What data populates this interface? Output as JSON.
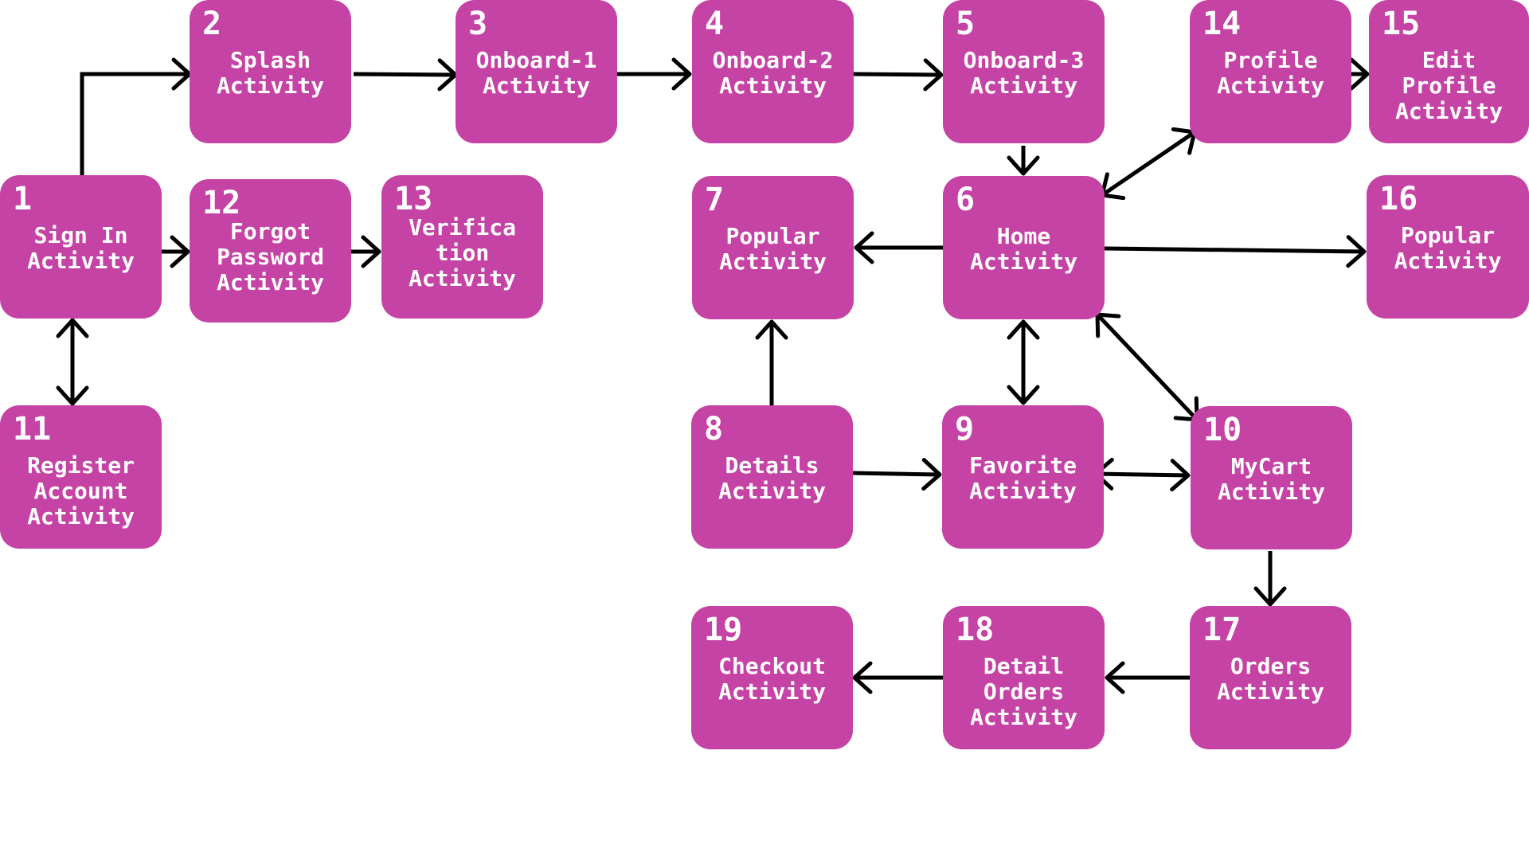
{
  "diagram": {
    "colors": {
      "node_fill": "#c543a4",
      "node_text": "#ffffff",
      "edge": "#000000",
      "background": "#ffffff"
    },
    "nodes": [
      {
        "id": "n1",
        "number": "1",
        "label": "Sign In\nActivity"
      },
      {
        "id": "n2",
        "number": "2",
        "label": "Splash\nActivity"
      },
      {
        "id": "n3",
        "number": "3",
        "label": "Onboard-1\nActivity"
      },
      {
        "id": "n4",
        "number": "4",
        "label": "Onboard-2\nActivity"
      },
      {
        "id": "n5",
        "number": "5",
        "label": "Onboard-3\nActivity"
      },
      {
        "id": "n6",
        "number": "6",
        "label": "Home\nActivity"
      },
      {
        "id": "n7",
        "number": "7",
        "label": "Popular\nActivity"
      },
      {
        "id": "n8",
        "number": "8",
        "label": "Details\nActivity"
      },
      {
        "id": "n9",
        "number": "9",
        "label": "Favorite\nActivity"
      },
      {
        "id": "n10",
        "number": "10",
        "label": "MyCart\nActivity"
      },
      {
        "id": "n11",
        "number": "11",
        "label": "Register\nAccount\nActivity"
      },
      {
        "id": "n12",
        "number": "12",
        "label": "Forgot\nPassword\nActivity"
      },
      {
        "id": "n13",
        "number": "13",
        "label": "Verifica\ntion\nActivity"
      },
      {
        "id": "n14",
        "number": "14",
        "label": "Profile\nActivity"
      },
      {
        "id": "n15",
        "number": "15",
        "label": "Edit\nProfile\nActivity"
      },
      {
        "id": "n16",
        "number": "16",
        "label": "Popular\nActivity"
      },
      {
        "id": "n17",
        "number": "17",
        "label": "Orders\nActivity"
      },
      {
        "id": "n18",
        "number": "18",
        "label": "Detail\nOrders\nActivity"
      },
      {
        "id": "n19",
        "number": "19",
        "label": "Checkout\nActivity"
      }
    ],
    "edges": [
      {
        "from": "n1",
        "to": "n2",
        "direction": "forward"
      },
      {
        "from": "n2",
        "to": "n3",
        "direction": "forward"
      },
      {
        "from": "n3",
        "to": "n4",
        "direction": "forward"
      },
      {
        "from": "n4",
        "to": "n5",
        "direction": "forward"
      },
      {
        "from": "n5",
        "to": "n6",
        "direction": "forward"
      },
      {
        "from": "n1",
        "to": "n12",
        "direction": "forward"
      },
      {
        "from": "n12",
        "to": "n13",
        "direction": "forward"
      },
      {
        "from": "n1",
        "to": "n11",
        "direction": "both"
      },
      {
        "from": "n14",
        "to": "n15",
        "direction": "forward"
      },
      {
        "from": "n6",
        "to": "n14",
        "direction": "both"
      },
      {
        "from": "n6",
        "to": "n7",
        "direction": "forward"
      },
      {
        "from": "n6",
        "to": "n16",
        "direction": "forward"
      },
      {
        "from": "n6",
        "to": "n9",
        "direction": "both"
      },
      {
        "from": "n6",
        "to": "n10",
        "direction": "both"
      },
      {
        "from": "n8",
        "to": "n7",
        "direction": "forward"
      },
      {
        "from": "n8",
        "to": "n9",
        "direction": "forward"
      },
      {
        "from": "n9",
        "to": "n10",
        "direction": "both"
      },
      {
        "from": "n10",
        "to": "n17",
        "direction": "forward"
      },
      {
        "from": "n17",
        "to": "n18",
        "direction": "forward"
      },
      {
        "from": "n18",
        "to": "n19",
        "direction": "forward"
      }
    ]
  }
}
